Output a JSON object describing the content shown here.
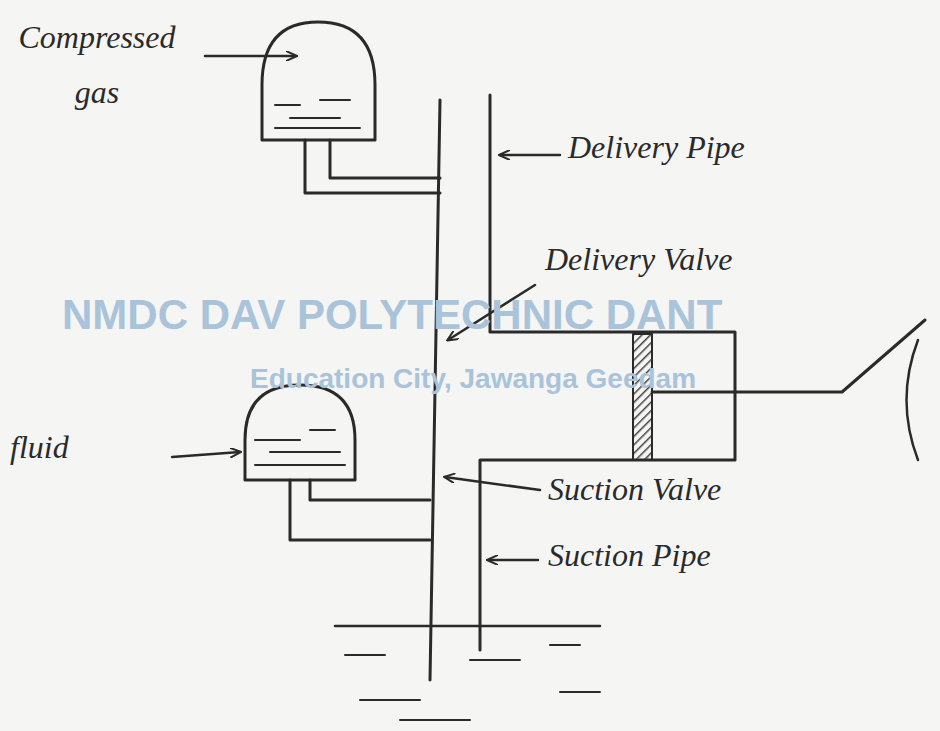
{
  "diagram": {
    "labels": [
      "Compressed gas",
      "Delivery Pipe",
      "Delivery Valve",
      "NMDC DAV POLYTECHNIC DANT",
      "Education City, Jawanga Geedam",
      "fluid",
      "Suction Valve",
      "Suction Pipe"
    ]
  }
}
